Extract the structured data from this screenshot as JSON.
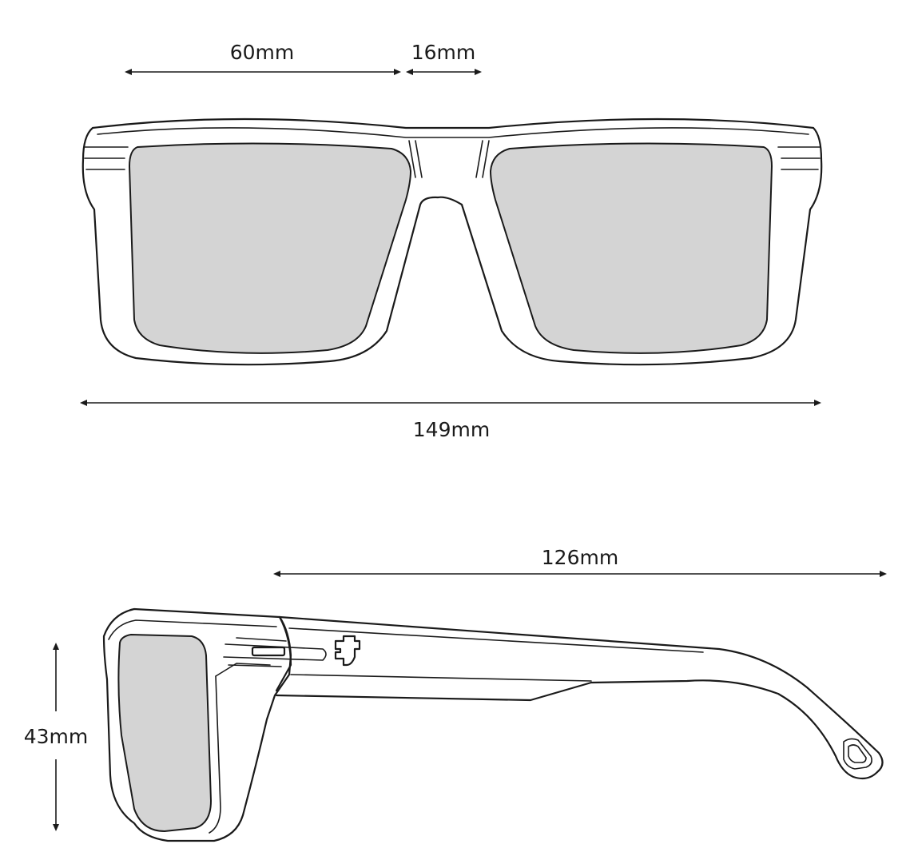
{
  "front_view": {
    "lens_width_label": "60mm",
    "bridge_width_label": "16mm",
    "frame_width_label": "149mm"
  },
  "side_view": {
    "temple_length_label": "126mm",
    "lens_height_label": "43mm"
  },
  "colors": {
    "outline": "#1a1a1a",
    "lens_fill": "#d4d4d4",
    "background": "#ffffff"
  }
}
